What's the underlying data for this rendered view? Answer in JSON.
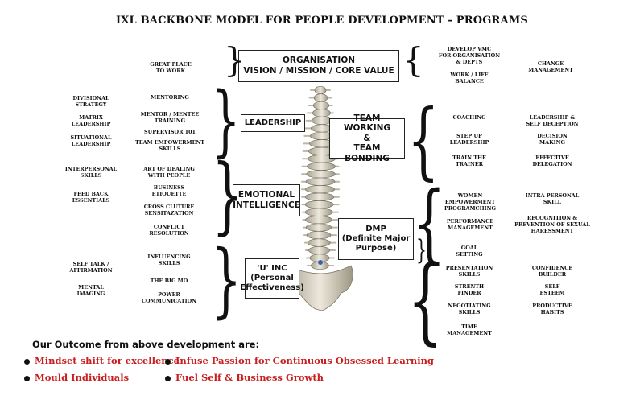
{
  "title": "IXL BACKBONE MODEL FOR PEOPLE DEVELOPMENT - PROGRAMS",
  "boxes": {
    "organisation": "ORGANISATION\nVISION / MISSION / CORE VALUE",
    "leadership": "LEADERSHIP",
    "team": "TEAM WORKING\n&\nTEAM BONDING",
    "emotional": "EMOTIONAL\nINTELLIGENCE",
    "dmp": "DMP\n(Definite Major\nPurpose)",
    "uinc": "'U' INC\n(Personal\nEffectiveness)"
  },
  "left_items": {
    "great_place": "GREAT PLACE\nTO WORK",
    "mentoring": "MENTORING",
    "mentor_mentee": "MENTOR / MENTEE\nTRAINING",
    "supervisor": "SUPERVISOR 101",
    "team_empowerment": "TEAM EMPOWERMENT\nSKILLS",
    "divisional": "DIVISIONAL\nSTRATEGY",
    "matrix": "MATRIX\nLEADERSHIP",
    "situational": "SITUATIONAL\nLEADERSHIP",
    "interpersonal": "INTERPERSONAL\nSKILLS",
    "feedback": "FEED BACK\nESSENTIALS",
    "art_dealing": "ART OF DEALING\nWITH PEOPLE",
    "business_etiquette": "BUSINESS\nETIQUETTE",
    "cross_culture": "CROSS CLUTURE\nSENSITAZATION",
    "conflict": "CONFLICT\nRESOLUTION",
    "self_talk": "SELF TALK /\nAFFIRMATION",
    "mental_imaging": "MENTAL\nIMAGING",
    "influencing": "INFLUENCING\nSKILLS",
    "big_mo": "THE BIG MO",
    "power_comm": "POWER\nCOMMUNICATION"
  },
  "right_items": {
    "develop_vmc": "DEVELOP VMC\nFOR ORGANISATION\n& DEPTS",
    "work_life": "WORK / LIFE\nBALANCE",
    "change_mgmt": "CHANGE\nMANAGEMENT",
    "coaching": "COACHING",
    "step_up": "STEP UP\nLEADERSHIP",
    "train_trainer": "TRAIN THE\nTRAINER",
    "self_deception": "LEADERSHIP &\nSELF DECEPTION",
    "decision": "DECISION\nMAKING",
    "delegation": "EFFECTIVE\nDELEGATION",
    "women": "WOMEN\nEMPOWERMENT\nPROGRAMCHING",
    "performance": "PERFORMANCE\nMANAGEMENT",
    "goal": "GOAL\nSETTING",
    "intra": "INTRA PERSONAL\nSKILL",
    "recognition": "RECOGNITION &\nPREVENTION OF SEXUAL\nHARESSMENT",
    "presentation": "PRESENTATION\nSKILLS",
    "strenth": "STRENTH\nFINDER",
    "negotiating": "NEGOTIATING\nSKILLS",
    "time": "TIME\nMANAGEMENT",
    "confidence": "CONFIDENCE\nBUILDER",
    "self_esteem": "SELF\nESTEEM",
    "productive": "PRODUCTIVE\nHABITS"
  },
  "outcomes": {
    "heading": "Our Outcome from above development are:",
    "items": [
      "Mindset shift for excellence",
      "Infuse Passion for Continuous Obsessed Learning",
      "Mould Individuals",
      "Fuel Self & Business Growth"
    ]
  },
  "colors": {
    "outcome_text": "#c81e1e",
    "bone": "#d9d3c2",
    "text": "#111111"
  }
}
